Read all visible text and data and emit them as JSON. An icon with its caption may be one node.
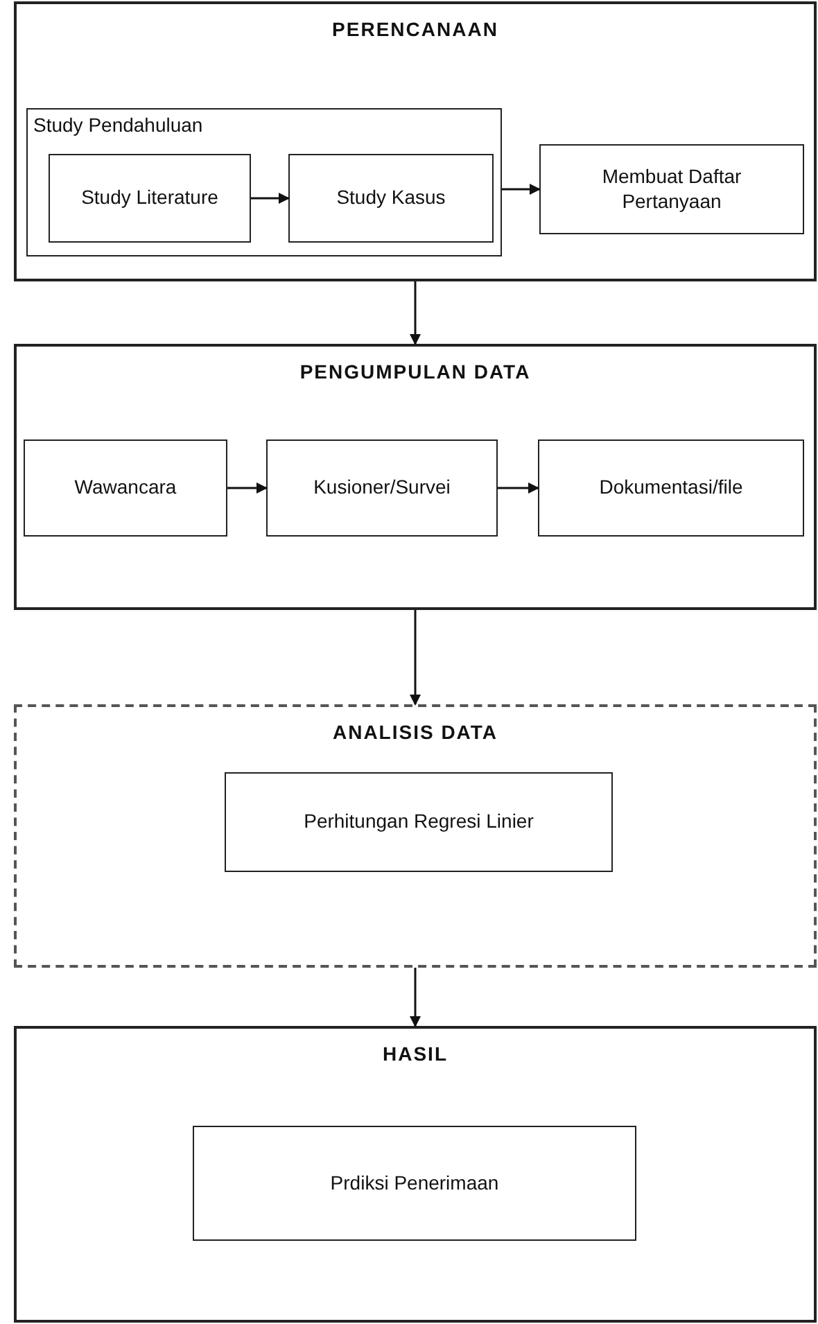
{
  "diagram": {
    "nodes": [
      {
        "text": [
          "PERENCANAAN"
        ]
      },
      {
        "text": [
          "Study Pendahuluan"
        ],
        "in": 0
      },
      {
        "text": [
          "Study Literature"
        ],
        "in": 1
      },
      {
        "text": [
          "Study Kasus"
        ],
        "in": 1
      },
      {
        "text": [
          "Membuat Daftar Pertanyaan"
        ],
        "in": 0
      },
      {
        "text": [
          "PENGUMPULAN DATA"
        ]
      },
      {
        "text": [
          "Wawancara"
        ],
        "in": 5
      },
      {
        "text": [
          "Kusioner/Survei"
        ],
        "in": 5
      },
      {
        "text": [
          "Dokumentasi/file"
        ],
        "in": 5
      },
      {
        "text": [
          "ANALISIS DATA"
        ]
      },
      {
        "text": [
          "Perhitungan Regresi Linier"
        ],
        "in": 9
      },
      {
        "text": [
          "HASIL"
        ]
      },
      {
        "text": [
          "Prdiksi Penerimaan"
        ],
        "in": 11
      }
    ],
    "edges": [
      {
        "from": 2,
        "to": 3,
        "arrow": "to"
      },
      {
        "from": 1,
        "to": 4,
        "arrow": "to"
      },
      {
        "from": 0,
        "to": 5,
        "arrow": "to"
      },
      {
        "from": 6,
        "to": 7,
        "arrow": "to"
      },
      {
        "from": 7,
        "to": 8,
        "arrow": "to"
      },
      {
        "from": 5,
        "to": 9,
        "arrow": "to"
      },
      {
        "from": 9,
        "to": 11,
        "arrow": "to"
      }
    ]
  }
}
